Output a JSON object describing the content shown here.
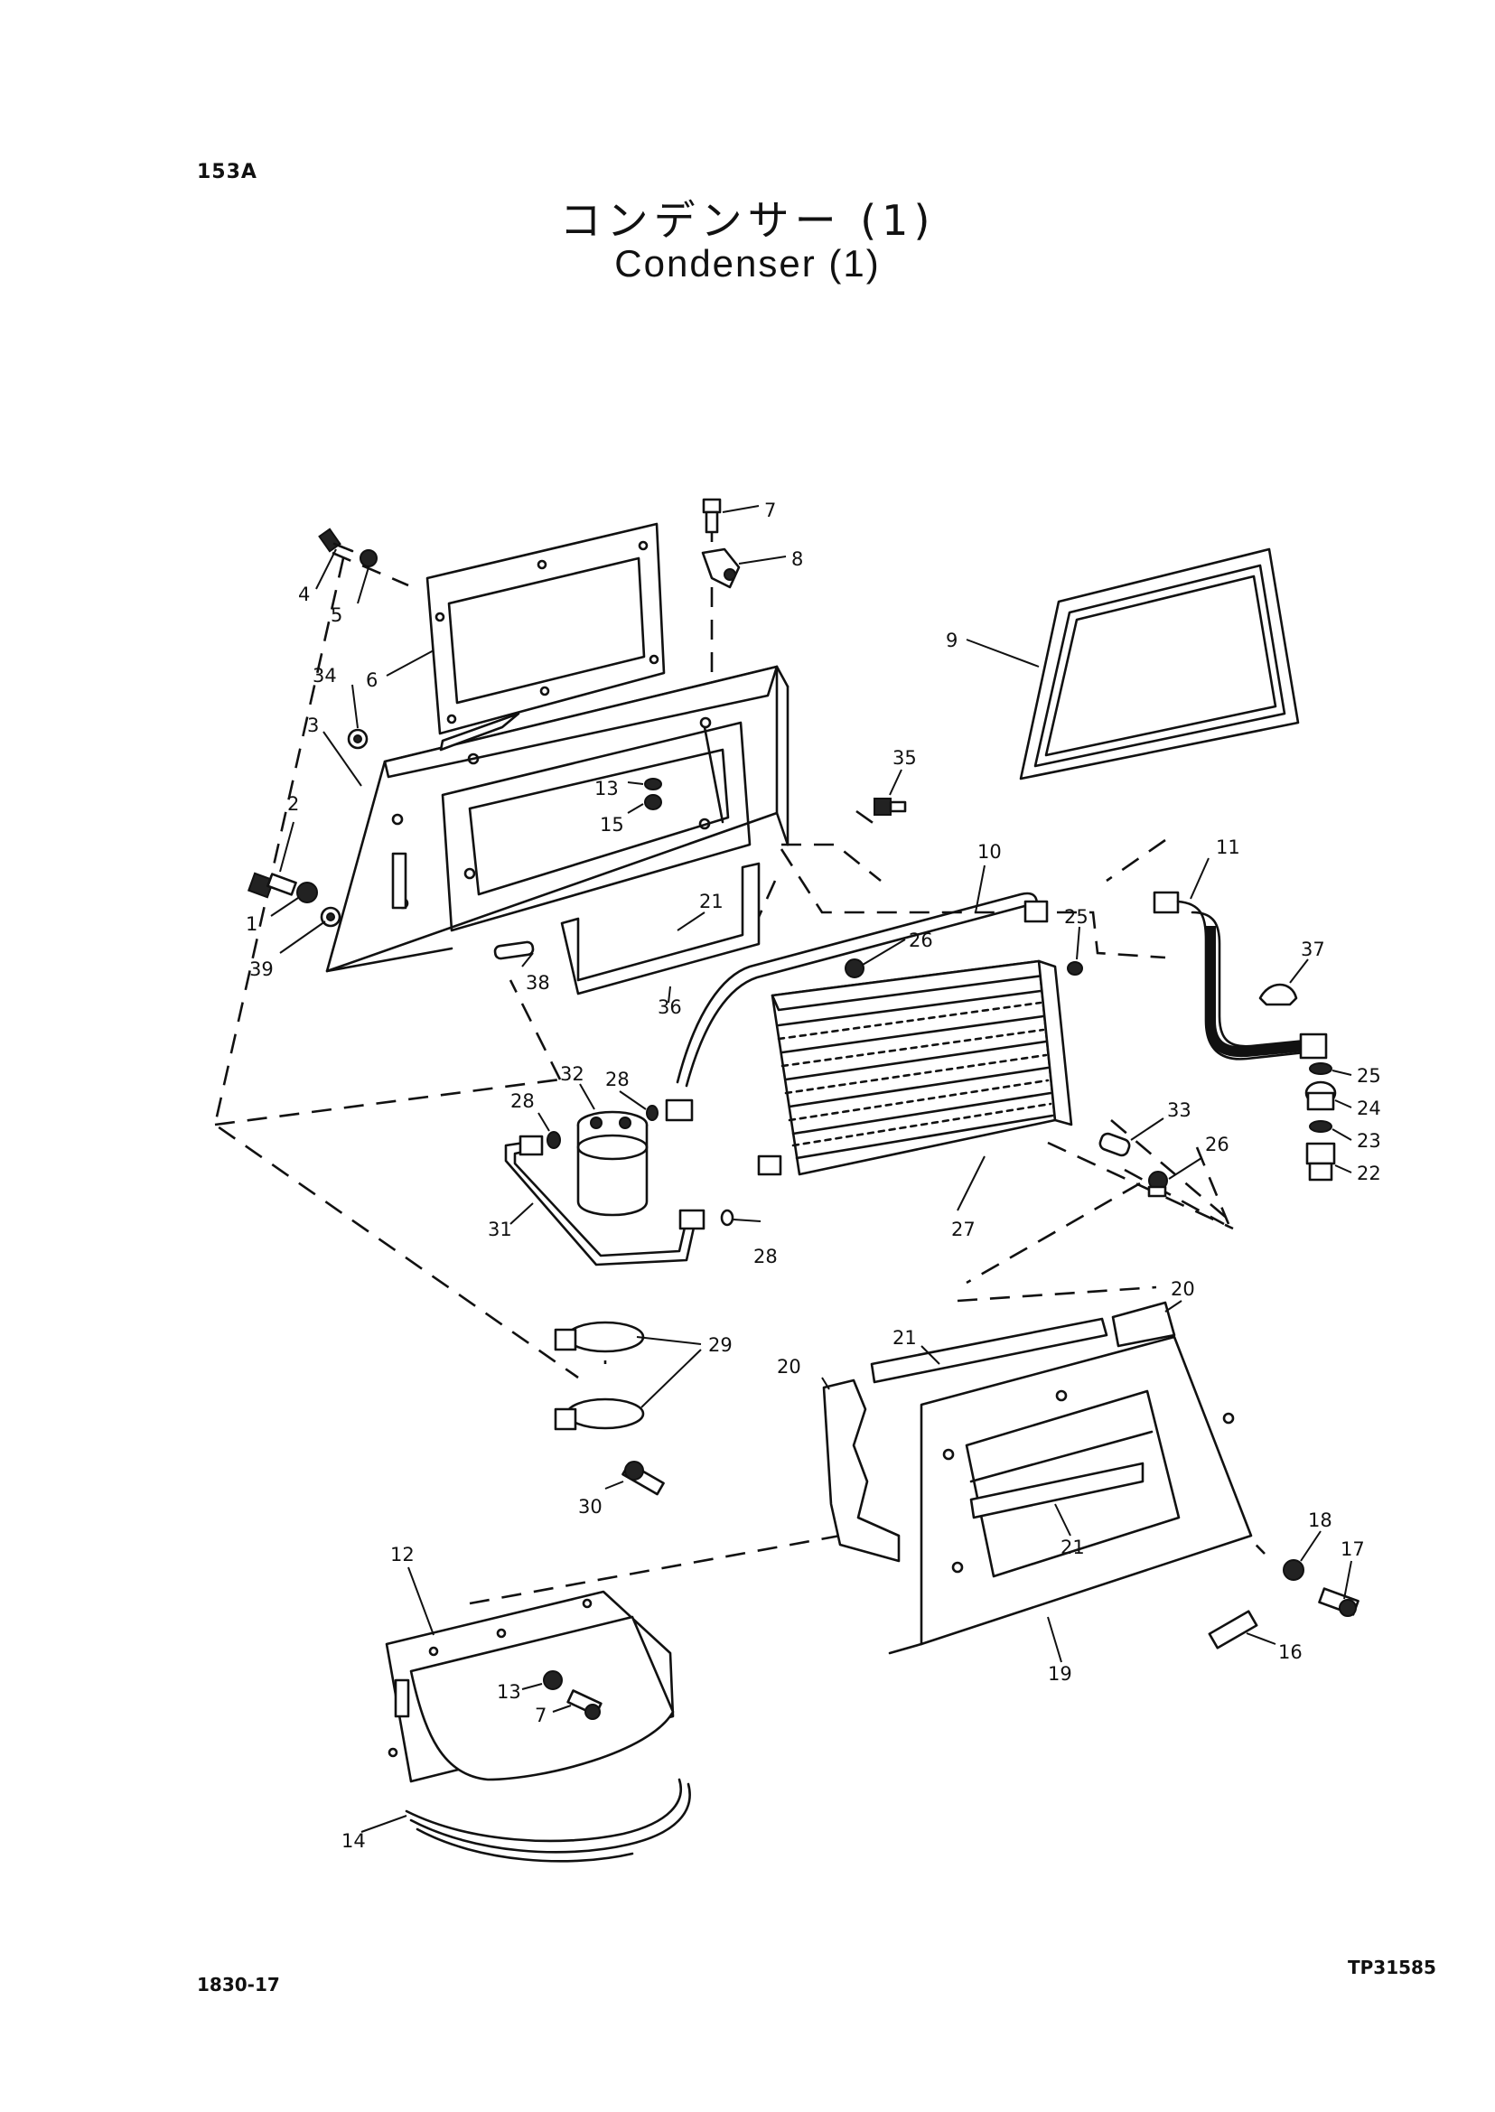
{
  "header": {
    "page_code": "153A",
    "title_jp": "コンデンサー (1)",
    "title_en": "Condenser (1)"
  },
  "footer": {
    "doc_number": "1830-17",
    "ref_number": "TP31585"
  },
  "callouts": [
    {
      "id": "c4",
      "text": "4"
    },
    {
      "id": "c5",
      "text": "5"
    },
    {
      "id": "c6",
      "text": "6"
    },
    {
      "id": "c7a",
      "text": "7"
    },
    {
      "id": "c8",
      "text": "8"
    },
    {
      "id": "c9",
      "text": "9"
    },
    {
      "id": "c34",
      "text": "34"
    },
    {
      "id": "c3",
      "text": "3"
    },
    {
      "id": "c2",
      "text": "2"
    },
    {
      "id": "c1",
      "text": "1"
    },
    {
      "id": "c39",
      "text": "39"
    },
    {
      "id": "c13a",
      "text": "13"
    },
    {
      "id": "c15",
      "text": "15"
    },
    {
      "id": "c35",
      "text": "35"
    },
    {
      "id": "c10",
      "text": "10"
    },
    {
      "id": "c11",
      "text": "11"
    },
    {
      "id": "c21a",
      "text": "21"
    },
    {
      "id": "c38",
      "text": "38"
    },
    {
      "id": "c25a",
      "text": "25"
    },
    {
      "id": "c26a",
      "text": "26"
    },
    {
      "id": "c37",
      "text": "37"
    },
    {
      "id": "c36",
      "text": "36"
    },
    {
      "id": "c32",
      "text": "32"
    },
    {
      "id": "c28a",
      "text": "28"
    },
    {
      "id": "c28b",
      "text": "28"
    },
    {
      "id": "c25b",
      "text": "25"
    },
    {
      "id": "c24",
      "text": "24"
    },
    {
      "id": "c23",
      "text": "23"
    },
    {
      "id": "c22",
      "text": "22"
    },
    {
      "id": "c33",
      "text": "33"
    },
    {
      "id": "c26b",
      "text": "26"
    },
    {
      "id": "c31",
      "text": "31"
    },
    {
      "id": "c28c",
      "text": "28"
    },
    {
      "id": "c27",
      "text": "27"
    },
    {
      "id": "c20a",
      "text": "20"
    },
    {
      "id": "c29",
      "text": "29"
    },
    {
      "id": "c21b",
      "text": "21"
    },
    {
      "id": "c20b",
      "text": "20"
    },
    {
      "id": "c30",
      "text": "30"
    },
    {
      "id": "c21c",
      "text": "21"
    },
    {
      "id": "c18",
      "text": "18"
    },
    {
      "id": "c17",
      "text": "17"
    },
    {
      "id": "c12",
      "text": "12"
    },
    {
      "id": "c16",
      "text": "16"
    },
    {
      "id": "c13b",
      "text": "13"
    },
    {
      "id": "c7b",
      "text": "7"
    },
    {
      "id": "c19",
      "text": "19"
    },
    {
      "id": "c14",
      "text": "14"
    }
  ]
}
